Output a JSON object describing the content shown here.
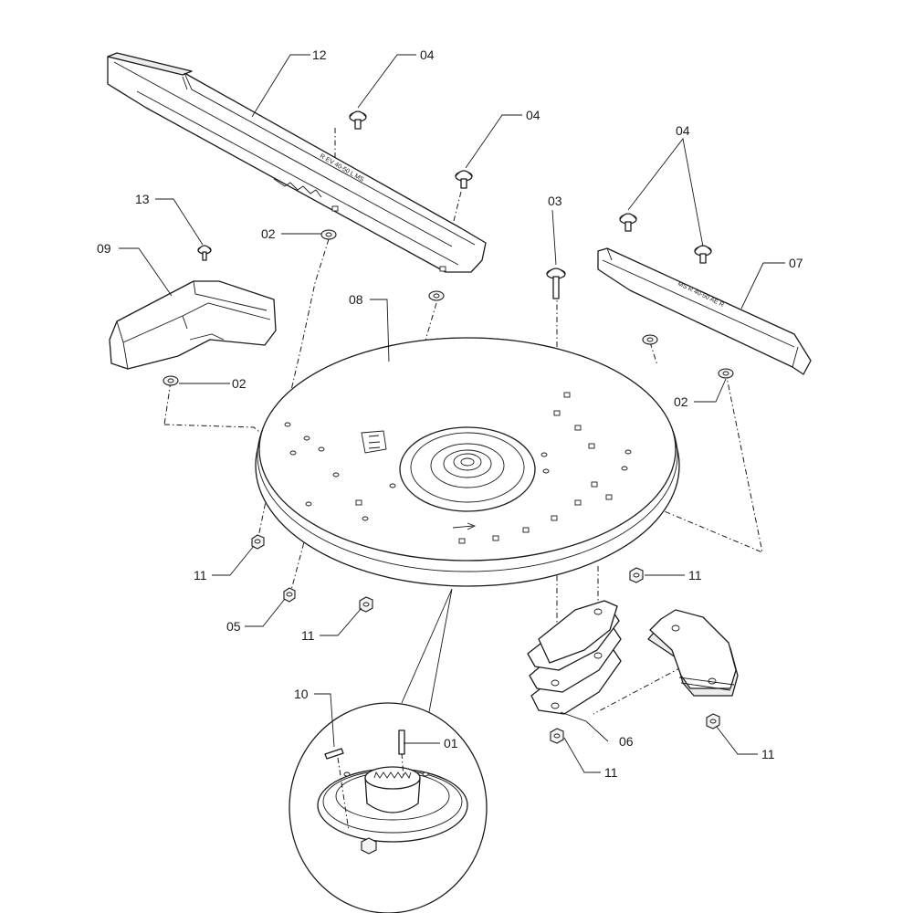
{
  "diagram": {
    "callouts": {
      "c01": "01",
      "c02a": "02",
      "c02b": "02",
      "c02c": "02",
      "c03": "03",
      "c04a": "04",
      "c04b": "04",
      "c04c": "04",
      "c05": "05",
      "c06": "06",
      "c07": "07",
      "c08": "08",
      "c09": "09",
      "c10": "10",
      "c11a": "11",
      "c11b": "11",
      "c11c": "11",
      "c11d": "11",
      "c11e": "11",
      "c12": "12",
      "c13": "13"
    },
    "etched_text": {
      "blade_left": "R EV 40-50 L MS",
      "blade_right": "MS R 40-50 AE R"
    }
  }
}
